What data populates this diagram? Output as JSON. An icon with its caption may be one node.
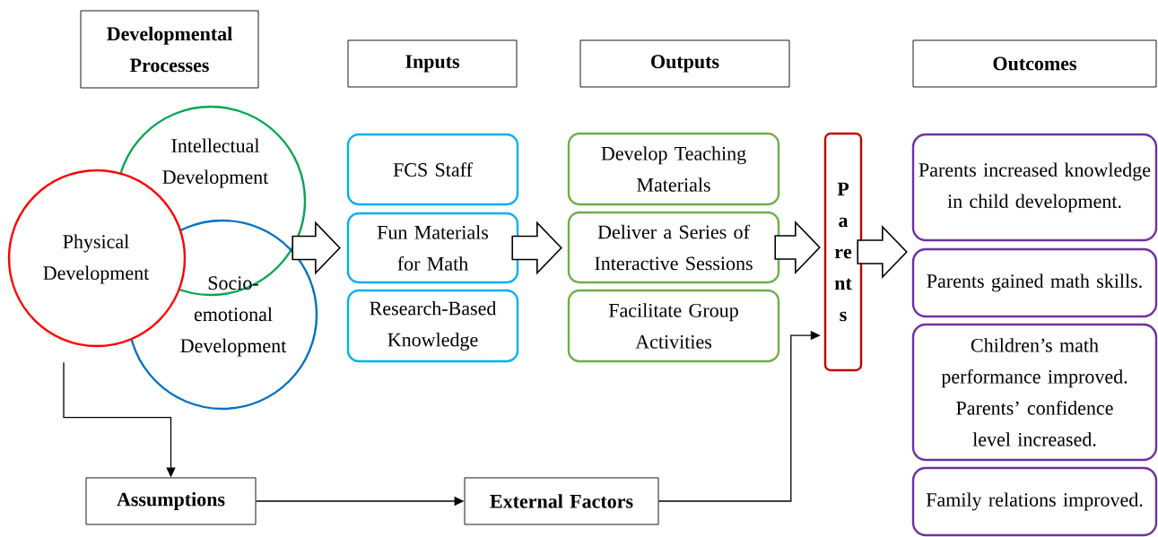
{
  "diagram": {
    "nodes": [
      {
        "text": [
          "Developmental Processes"
        ]
      },
      {
        "text": [
          "Inputs"
        ]
      },
      {
        "text": [
          "Outputs"
        ]
      },
      {
        "text": [
          "Outcomes"
        ]
      },
      {
        "text": [
          "Intellectual Development"
        ]
      },
      {
        "text": [
          "Physical Development"
        ]
      },
      {
        "text": [
          "Socio-emotional Development"
        ]
      },
      {
        "text": [
          "FCS Staff"
        ]
      },
      {
        "text": [
          "Fun Materials for Math"
        ]
      },
      {
        "text": [
          "Research-Based Knowledge"
        ]
      },
      {
        "text": [
          "Develop Teaching Materials"
        ]
      },
      {
        "text": [
          "Deliver a Series of Interactive Sessions"
        ]
      },
      {
        "text": [
          "Facilitate Group Activities"
        ]
      },
      {
        "text": [
          "Parents"
        ]
      },
      {
        "text": [
          "Parents increased knowledge in child development."
        ]
      },
      {
        "text": [
          "Parents gained math skills."
        ]
      },
      {
        "text": [
          "Children’s math performance improved. Parents’ confidence level increased."
        ]
      },
      {
        "text": [
          "Family relations improved."
        ]
      },
      {
        "text": [
          "Assumptions"
        ]
      },
      {
        "text": [
          "External Factors"
        ]
      }
    ],
    "edges": [
      {
        "from": 6,
        "to": 8,
        "arrow": "to",
        "style": "thick"
      },
      {
        "from": 8,
        "to": 11,
        "arrow": "to",
        "style": "thick"
      },
      {
        "from": 11,
        "to": 13,
        "arrow": "to",
        "style": "thick"
      },
      {
        "from": 13,
        "to": 15,
        "arrow": "to",
        "style": "thick"
      },
      {
        "from": 5,
        "to": 18,
        "arrow": "to"
      },
      {
        "from": 18,
        "to": 19,
        "arrow": "to"
      },
      {
        "from": 19,
        "to": 13,
        "arrow": "to"
      }
    ]
  }
}
